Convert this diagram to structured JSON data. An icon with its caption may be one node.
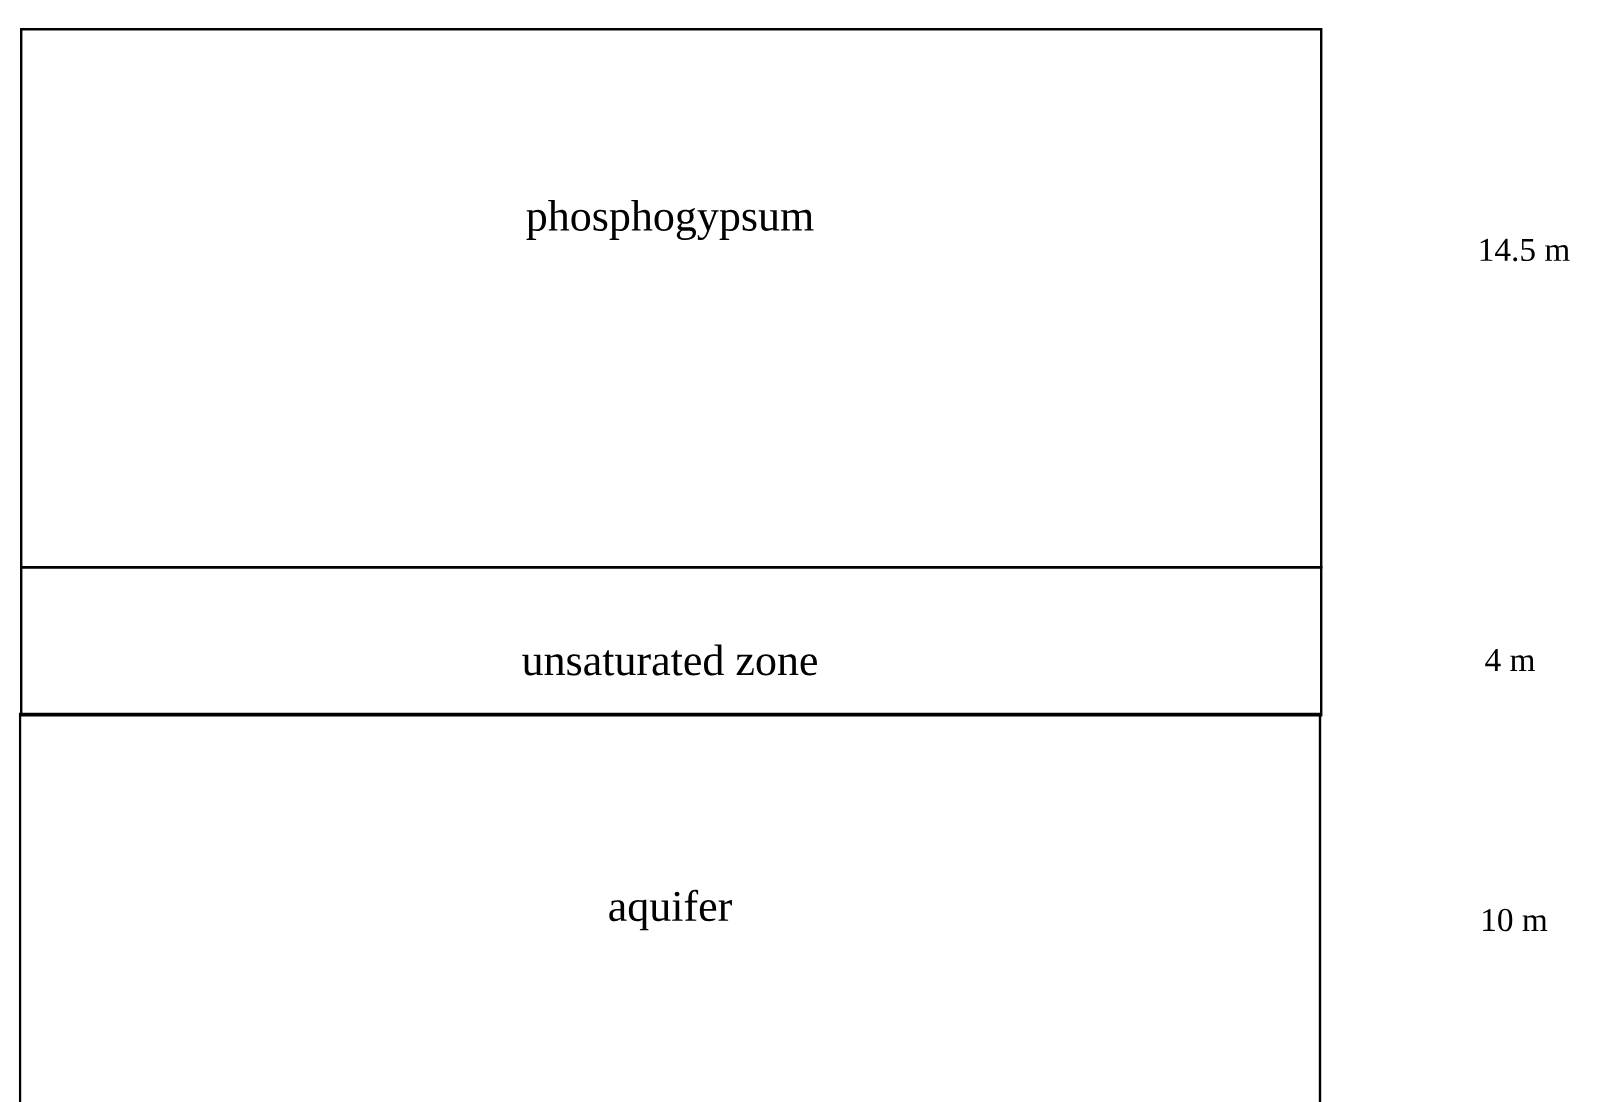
{
  "diagram": {
    "nodes": [
      {
        "text": [
          "phosphogypsum"
        ]
      },
      {
        "text": [
          "unsaturated zone"
        ]
      },
      {
        "text": [
          "aquifer"
        ]
      }
    ],
    "labels": [
      "14.5 m",
      "4 m",
      "10 m"
    ]
  }
}
